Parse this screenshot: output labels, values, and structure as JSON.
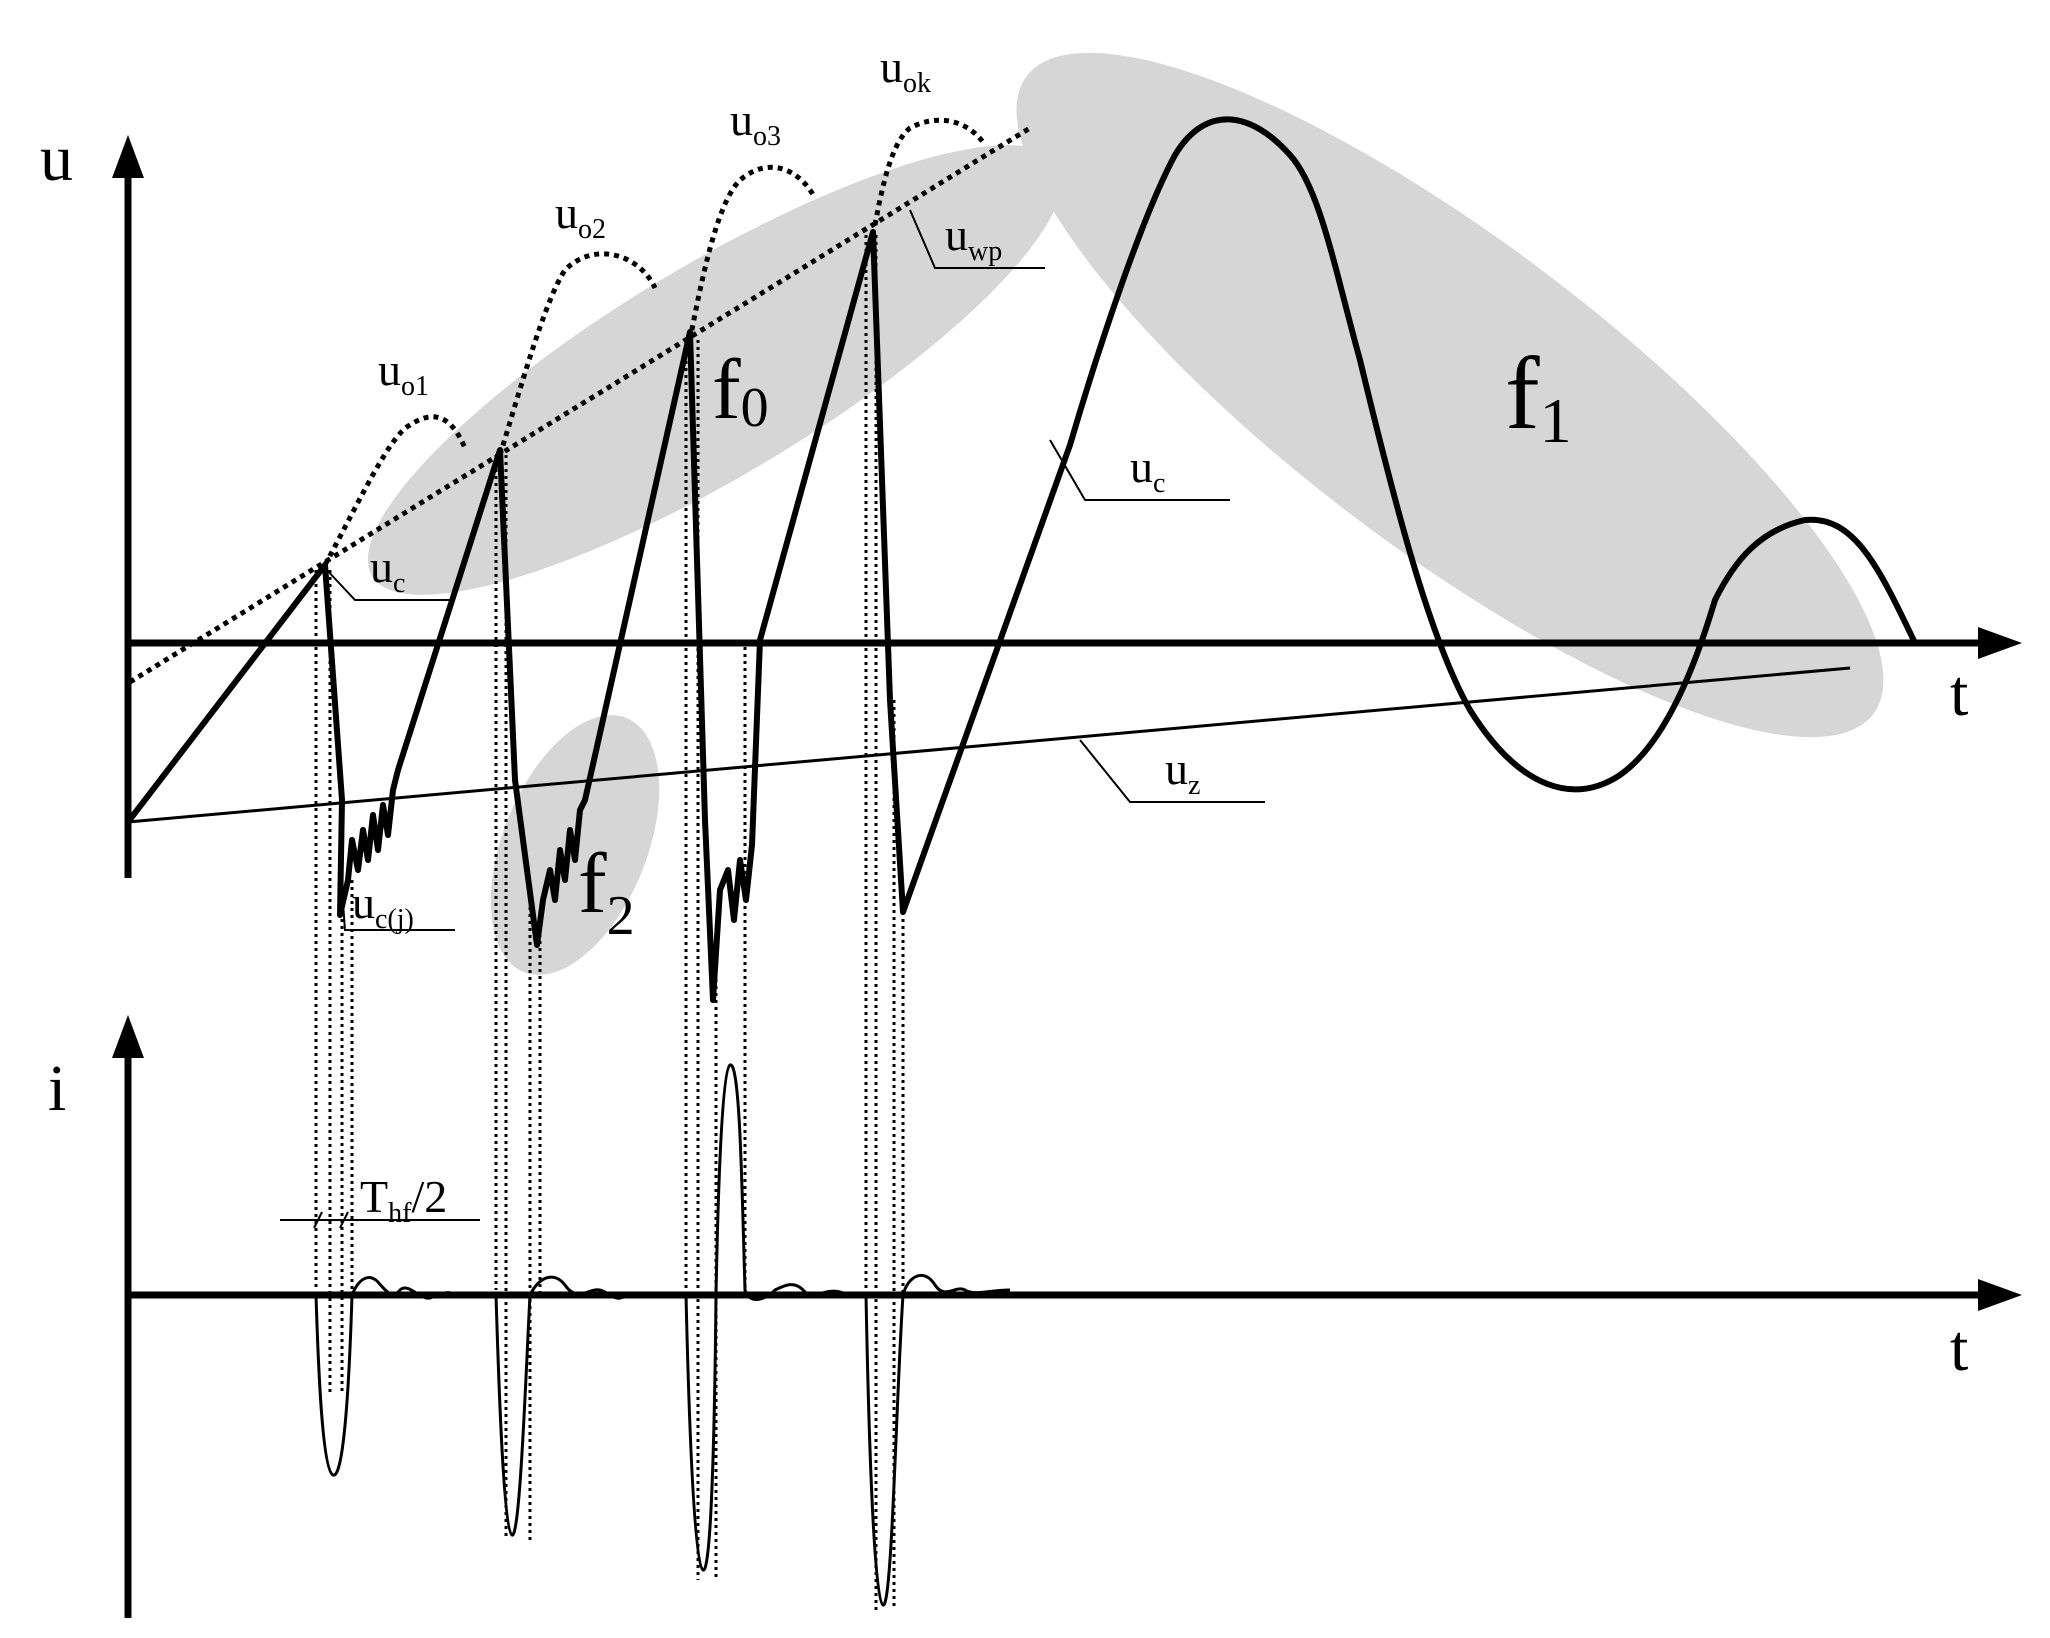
{
  "labels": {
    "u_axis": "u",
    "i_axis": "i",
    "t_axis_top": "t",
    "t_axis_bottom": "t",
    "u_o1": {
      "base": "u",
      "sub": "o1"
    },
    "u_o2": {
      "base": "u",
      "sub": "o2"
    },
    "u_o3": {
      "base": "u",
      "sub": "o3"
    },
    "u_ok": {
      "base": "u",
      "sub": "ok"
    },
    "u_wp": {
      "base": "u",
      "sub": "wp"
    },
    "u_c_left": {
      "base": "u",
      "sub": "c"
    },
    "u_c_right": {
      "base": "u",
      "sub": "c"
    },
    "u_z": {
      "base": "u",
      "sub": "z"
    },
    "u_cj": {
      "base": "u",
      "sub": "c(j)"
    },
    "f0": {
      "base": "f",
      "sub": "0"
    },
    "f1": {
      "base": "f",
      "sub": "1"
    },
    "f2": {
      "base": "f",
      "sub": "2"
    },
    "T_hf": {
      "base": "T",
      "sub": "hf",
      "suffix": "/2"
    }
  },
  "colors": {
    "stroke": "#000000",
    "highlight": "#d6d6d6",
    "background": "#ffffff"
  }
}
